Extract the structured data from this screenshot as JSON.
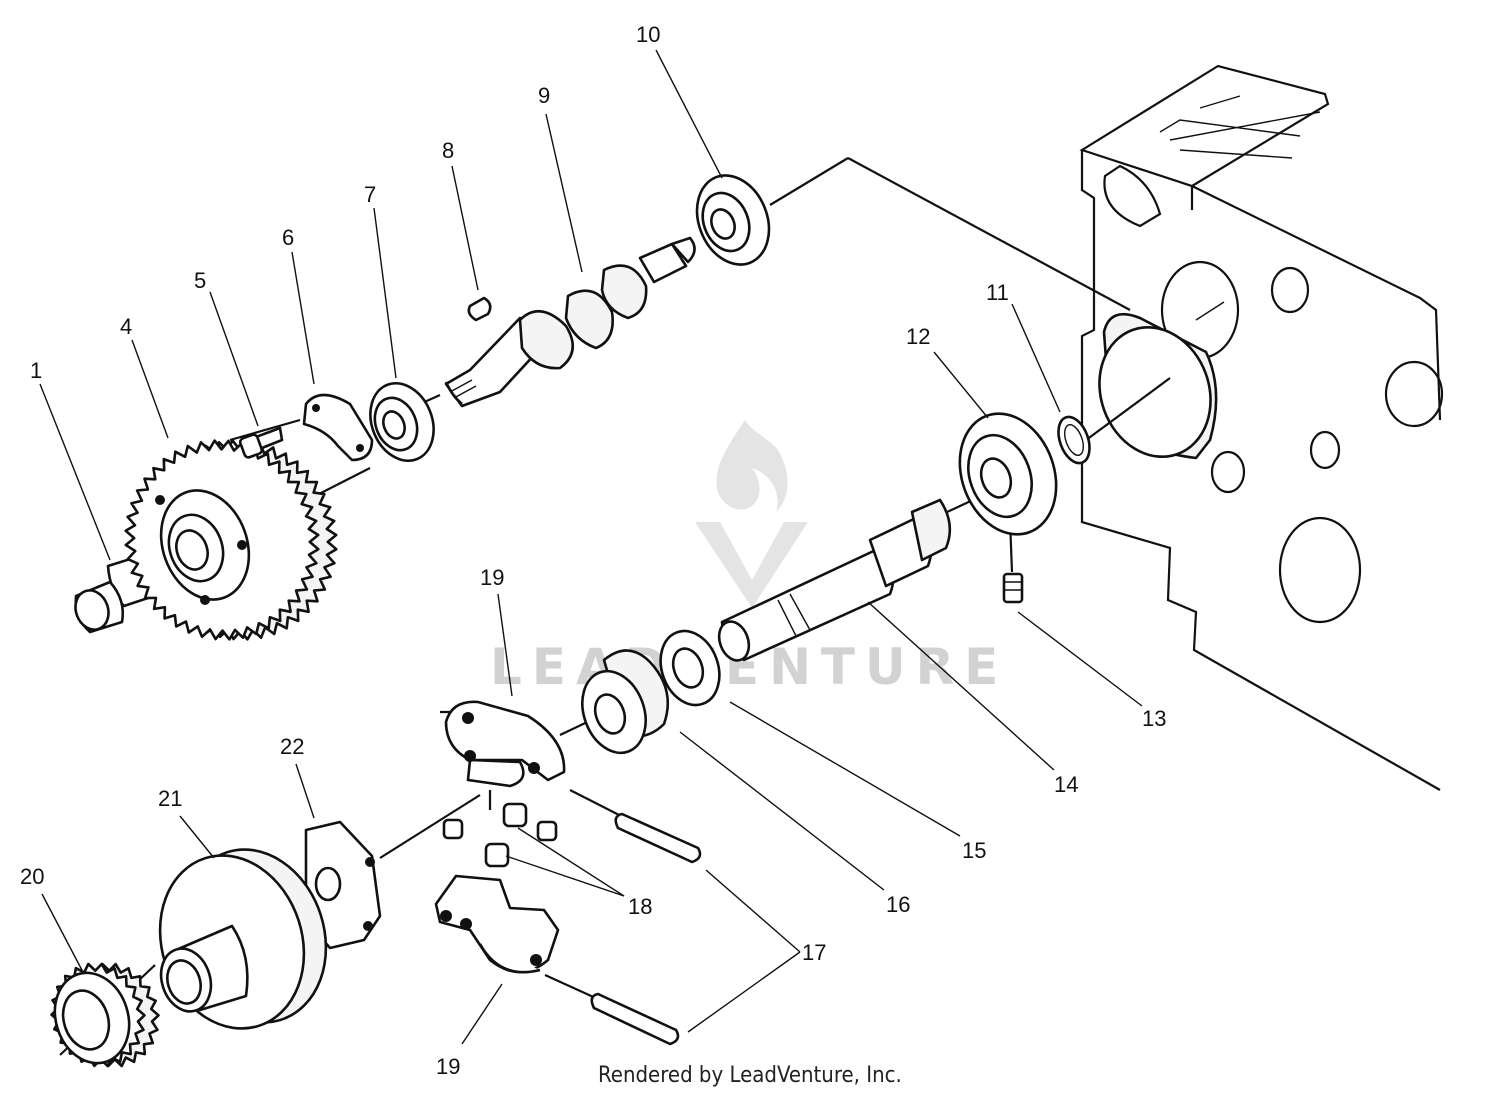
{
  "parts": [
    {
      "id": "p1",
      "label": "1",
      "icon": "shaft-stub-icon"
    },
    {
      "id": "p4",
      "label": "4",
      "icon": "cam-gear-icon"
    },
    {
      "id": "p5",
      "label": "5",
      "icon": "bolt-icon"
    },
    {
      "id": "p6",
      "label": "6",
      "icon": "retainer-plate-icon"
    },
    {
      "id": "p7",
      "label": "7",
      "icon": "ball-bearing-icon"
    },
    {
      "id": "p8",
      "label": "8",
      "icon": "woodruff-key-icon"
    },
    {
      "id": "p9",
      "label": "9",
      "icon": "camshaft-icon"
    },
    {
      "id": "p10",
      "label": "10",
      "icon": "ball-bearing-icon"
    },
    {
      "id": "p11",
      "label": "11",
      "icon": "snap-ring-icon"
    },
    {
      "id": "p12",
      "label": "12",
      "icon": "ball-bearing-icon"
    },
    {
      "id": "p13",
      "label": "13",
      "icon": "set-screw-icon"
    },
    {
      "id": "p14",
      "label": "14",
      "icon": "governor-shaft-icon"
    },
    {
      "id": "p15",
      "label": "15",
      "icon": "washer-icon"
    },
    {
      "id": "p16",
      "label": "16",
      "icon": "governor-sleeve-icon"
    },
    {
      "id": "p17",
      "label": "17",
      "icon": "pin-icon"
    },
    {
      "id": "p18",
      "label": "18",
      "icon": "nut-icon"
    },
    {
      "id": "p19",
      "label": "19",
      "icon": "governor-weight-icon"
    },
    {
      "id": "p20",
      "label": "20",
      "icon": "pinion-gear-icon"
    },
    {
      "id": "p21",
      "label": "21",
      "icon": "governor-drum-icon"
    },
    {
      "id": "p22",
      "label": "22",
      "icon": "weight-holder-icon"
    }
  ],
  "watermark": "LEADVENTURE",
  "credit": "Rendered by LeadVenture, Inc."
}
